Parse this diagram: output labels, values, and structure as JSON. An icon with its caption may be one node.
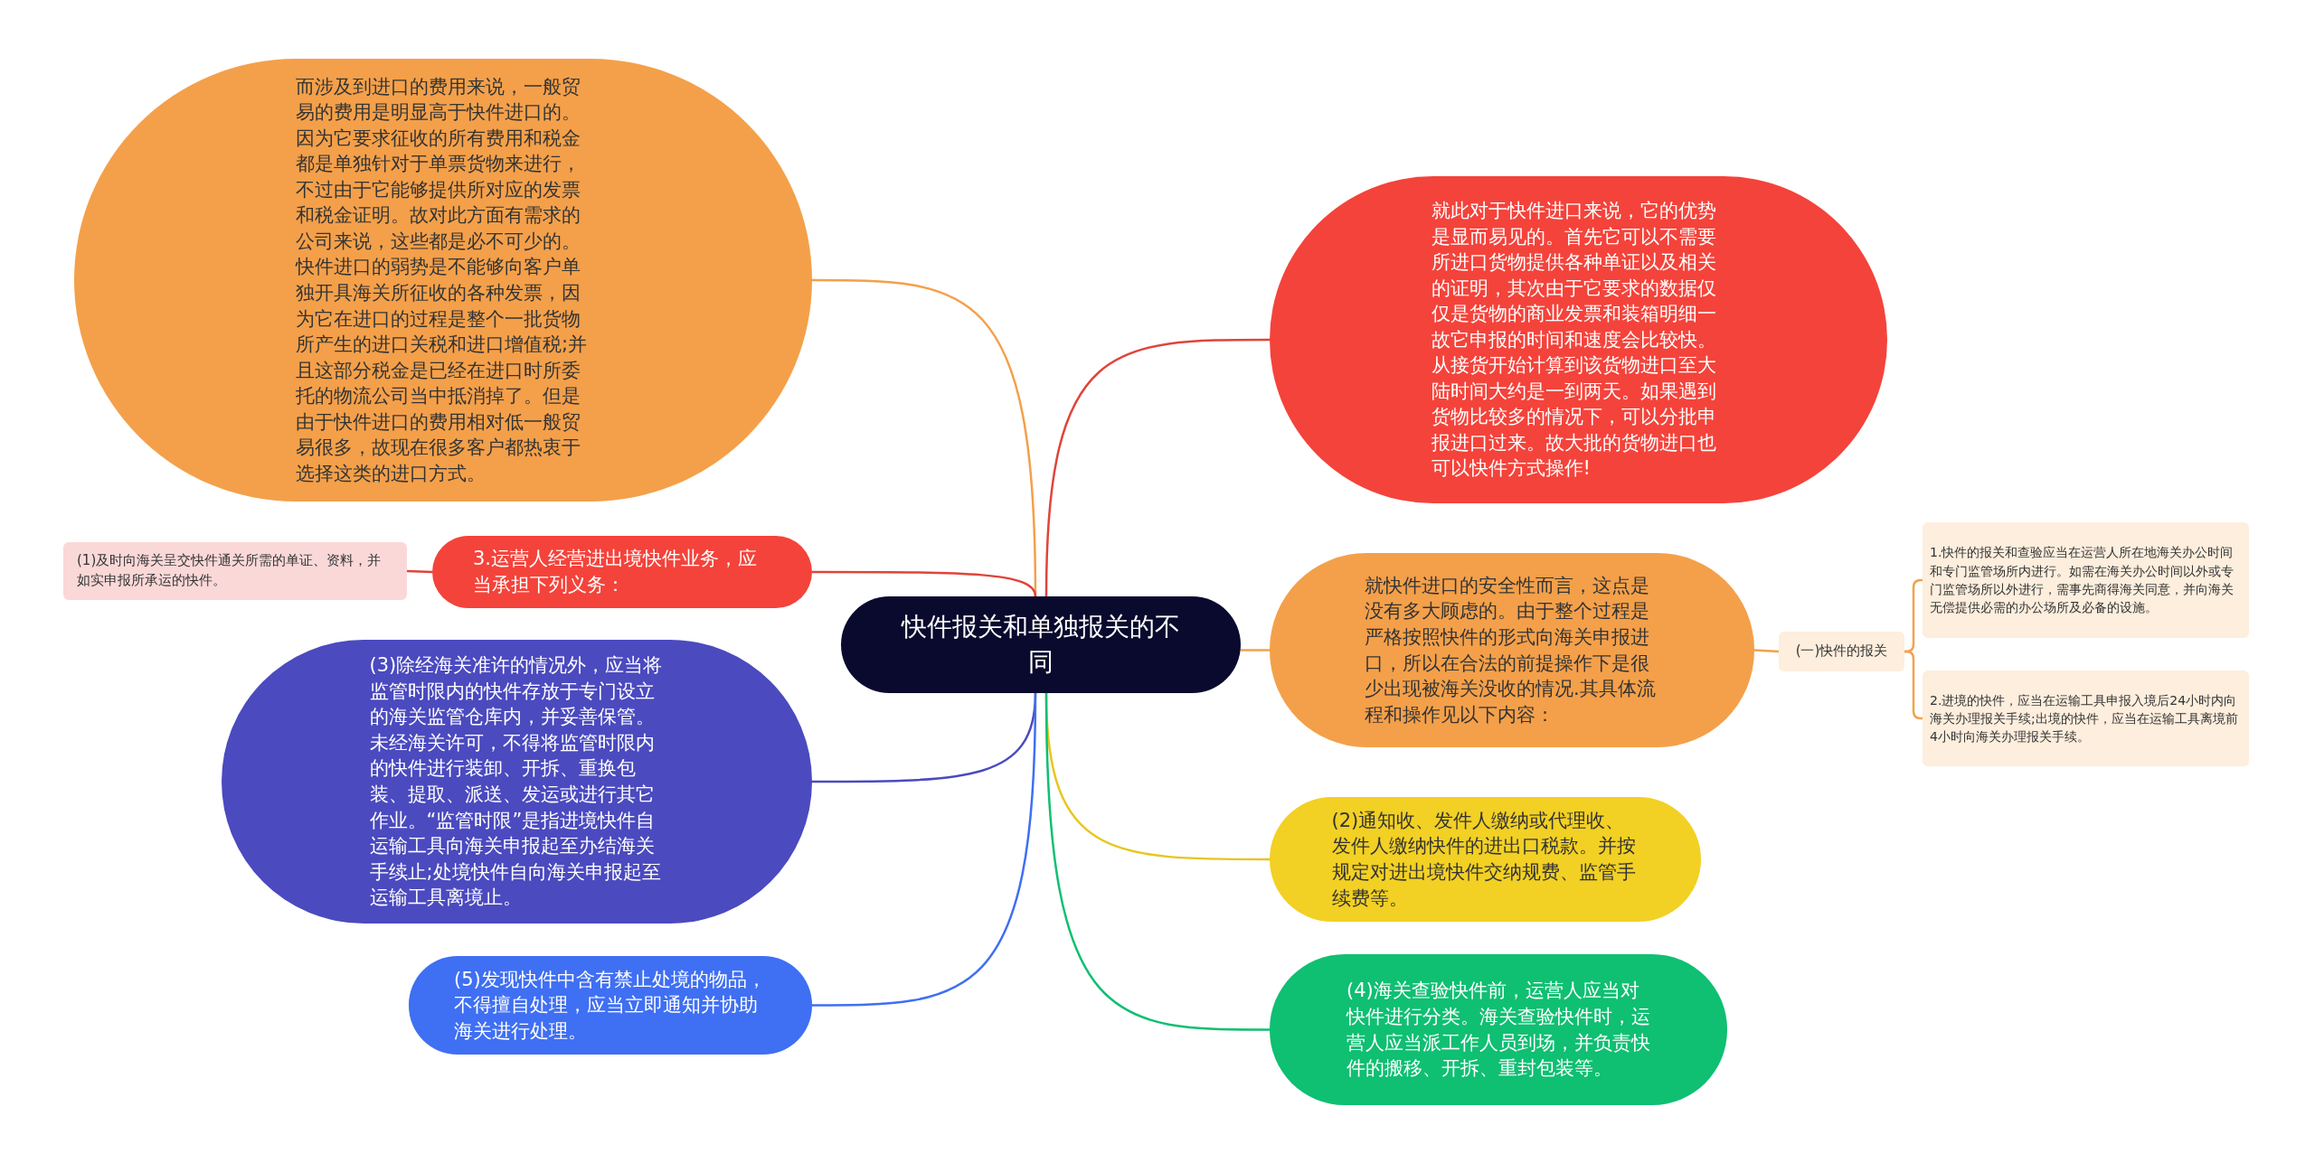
{
  "diagram": {
    "nodes": [
      {
        "text": [
          "快件报关和单独报关的不同"
        ]
      },
      {
        "text": [
          "而涉及到进口的费用来说，一般贸易的费用是明显高于快件进口的。因为它要求征收的所有费用和税金都是单独针对于单票货物来进行，不过由于它能够提供所对应的发票和税金证明。故对此方面有需求的公司来说，这些都是必不可少的。快件进口的弱势是不能够向客户单独开具海关所征收的各种发票，因为它在进口的过程是整个一批货物所产生的进口关税和进口增值税;并且这部分税金是已经在进口时所委托的物流公司当中抵消掉了。但是由于快件进口的费用相对低一般贸易很多，故现在很多客户都热衷于选择这类的进口方式。"
        ]
      },
      {
        "text": [
          "3.运营人经营进出境快件业务，应当承担下列义务："
        ]
      },
      {
        "text": [
          "(1)及时向海关呈交快件通关所需的单证、资料，并如实申报所承运的快件。"
        ]
      },
      {
        "text": [
          "(3)除经海关准许的情况外，应当将监管时限内的快件存放于专门设立的海关监管仓库内，并妥善保管。未经海关许可，不得将监管时限内的快件进行装卸、开拆、重换包装、提取、派送、发运或进行其它作业。“监管时限”是指进境快件自运输工具向海关申报起至办结海关手续止;处境快件自向海关申报起至运输工具离境止。"
        ]
      },
      {
        "text": [
          "(5)发现快件中含有禁止处境的物品，不得擅自处理，应当立即通知并协助海关进行处理。"
        ]
      },
      {
        "text": [
          "就此对于快件进口来说，它的优势是显而易见的。首先它可以不需要所进口货物提供各种单证以及相关的证明，其次由于它要求的数据仅仅是货物的商业发票和装箱明细一故它申报的时间和速度会比较快。从接货开始计算到该货物进口至大陆时间大约是一到两天。如果遇到货物比较多的情况下，可以分批申报进口过来。故大批的货物进口也可以快件方式操作!"
        ]
      },
      {
        "text": [
          "就快件进口的安全性而言，这点是没有多大顾虑的。由于整个过程是严格按照快件的形式向海关申报进口，所以在合法的前提操作下是很少出现被海关没收的情况.其具体流程和操作见以下内容："
        ]
      },
      {
        "text": [
          "(一)快件的报关"
        ]
      },
      {
        "text": [
          "1.快件的报关和查验应当在运营人所在地海关办公时间和专门监管场所内进行。如需在海关办公时间以外或专门监管场所以外进行，需事先商得海关同意，并向海关无偿提供必需的办公场所及必备的设施。"
        ]
      },
      {
        "text": [
          "2.进境的快件，应当在运输工具申报入境后24小时内向海关办理报关手续;出境的快件，应当在运输工具离境前4小时向海关办理报关手续。"
        ]
      },
      {
        "text": [
          "(2)通知收、发件人缴纳或代理收、发件人缴纳快件的进出口税款。并按规定对进出境快件交纳规费、监管手续费等。"
        ]
      },
      {
        "text": [
          "(4)海关查验快件前，运营人应当对快件进行分类。海关查验快件时，运营人应当派工作人员到场，并负责快件的搬移、开拆、重封包装等。"
        ]
      }
    ],
    "edges": [
      {
        "from": 0,
        "to": 1,
        "arrow": "none",
        "color": "#f4a04a"
      },
      {
        "from": 0,
        "to": 2,
        "arrow": "none",
        "color": "#e0443a"
      },
      {
        "from": 2,
        "to": 3,
        "arrow": "none",
        "color": "#e0443a"
      },
      {
        "from": 0,
        "to": 4,
        "arrow": "none",
        "color": "#4b4abf"
      },
      {
        "from": 0,
        "to": 5,
        "arrow": "none",
        "color": "#3f6ff3"
      },
      {
        "from": 0,
        "to": 6,
        "arrow": "none",
        "color": "#e0443a"
      },
      {
        "from": 0,
        "to": 7,
        "arrow": "none",
        "color": "#f4a04a"
      },
      {
        "from": 7,
        "to": 8,
        "arrow": "none",
        "color": "#f4a04a"
      },
      {
        "from": 8,
        "to": 9,
        "arrow": "none",
        "color": "#f4a04a"
      },
      {
        "from": 8,
        "to": 10,
        "arrow": "none",
        "color": "#f4a04a"
      },
      {
        "from": 0,
        "to": 11,
        "arrow": "none",
        "color": "#e8c51e"
      },
      {
        "from": 0,
        "to": 12,
        "arrow": "none",
        "color": "#0fbf72"
      }
    ]
  }
}
